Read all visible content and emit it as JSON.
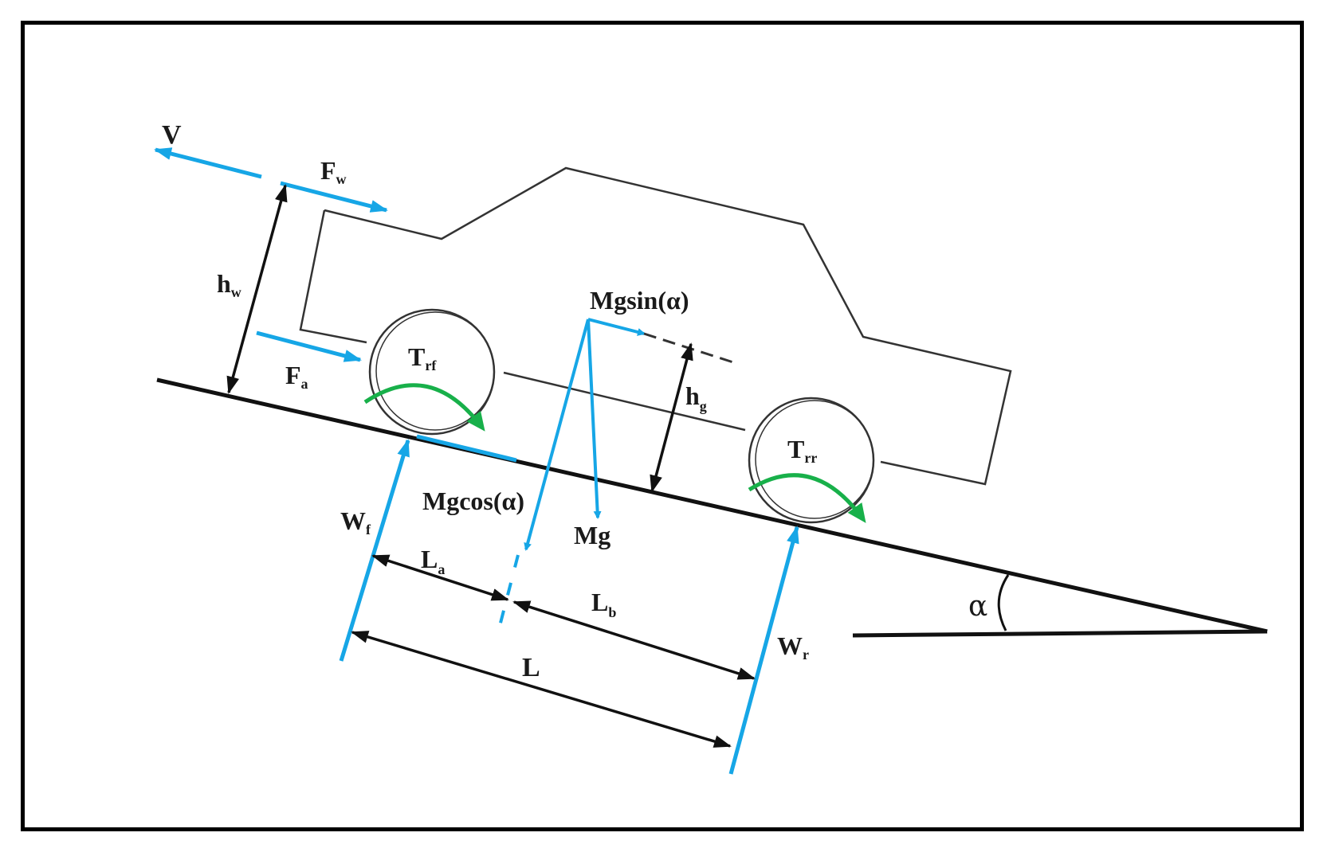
{
  "colors": {
    "frame": "#000000",
    "outline": "#333333",
    "ground": "#111111",
    "force_arrow": "#16a6e6",
    "torque_arrow": "#18b04a",
    "dimension": "#111111",
    "label": "#1a1a1a"
  },
  "labels": {
    "velocity": "V",
    "wind_force": "F",
    "wind_force_sub": "w",
    "wind_height": "h",
    "wind_height_sub": "w",
    "aero_force": "F",
    "aero_force_sub": "a",
    "front_torque": "T",
    "front_torque_sub": "rf",
    "rear_torque": "T",
    "rear_torque_sub": "rr",
    "gravity_parallel": "Mgsin(α)",
    "gravity_normal": "Mgcos(α)",
    "gravity": "Mg",
    "cg_height": "h",
    "cg_height_sub": "g",
    "front_normal": "W",
    "front_normal_sub": "f",
    "rear_normal": "W",
    "rear_normal_sub": "r",
    "front_axle_distance": "L",
    "front_axle_distance_sub": "a",
    "rear_axle_distance": "L",
    "rear_axle_distance_sub": "b",
    "wheelbase": "L",
    "slope_angle": "α"
  }
}
